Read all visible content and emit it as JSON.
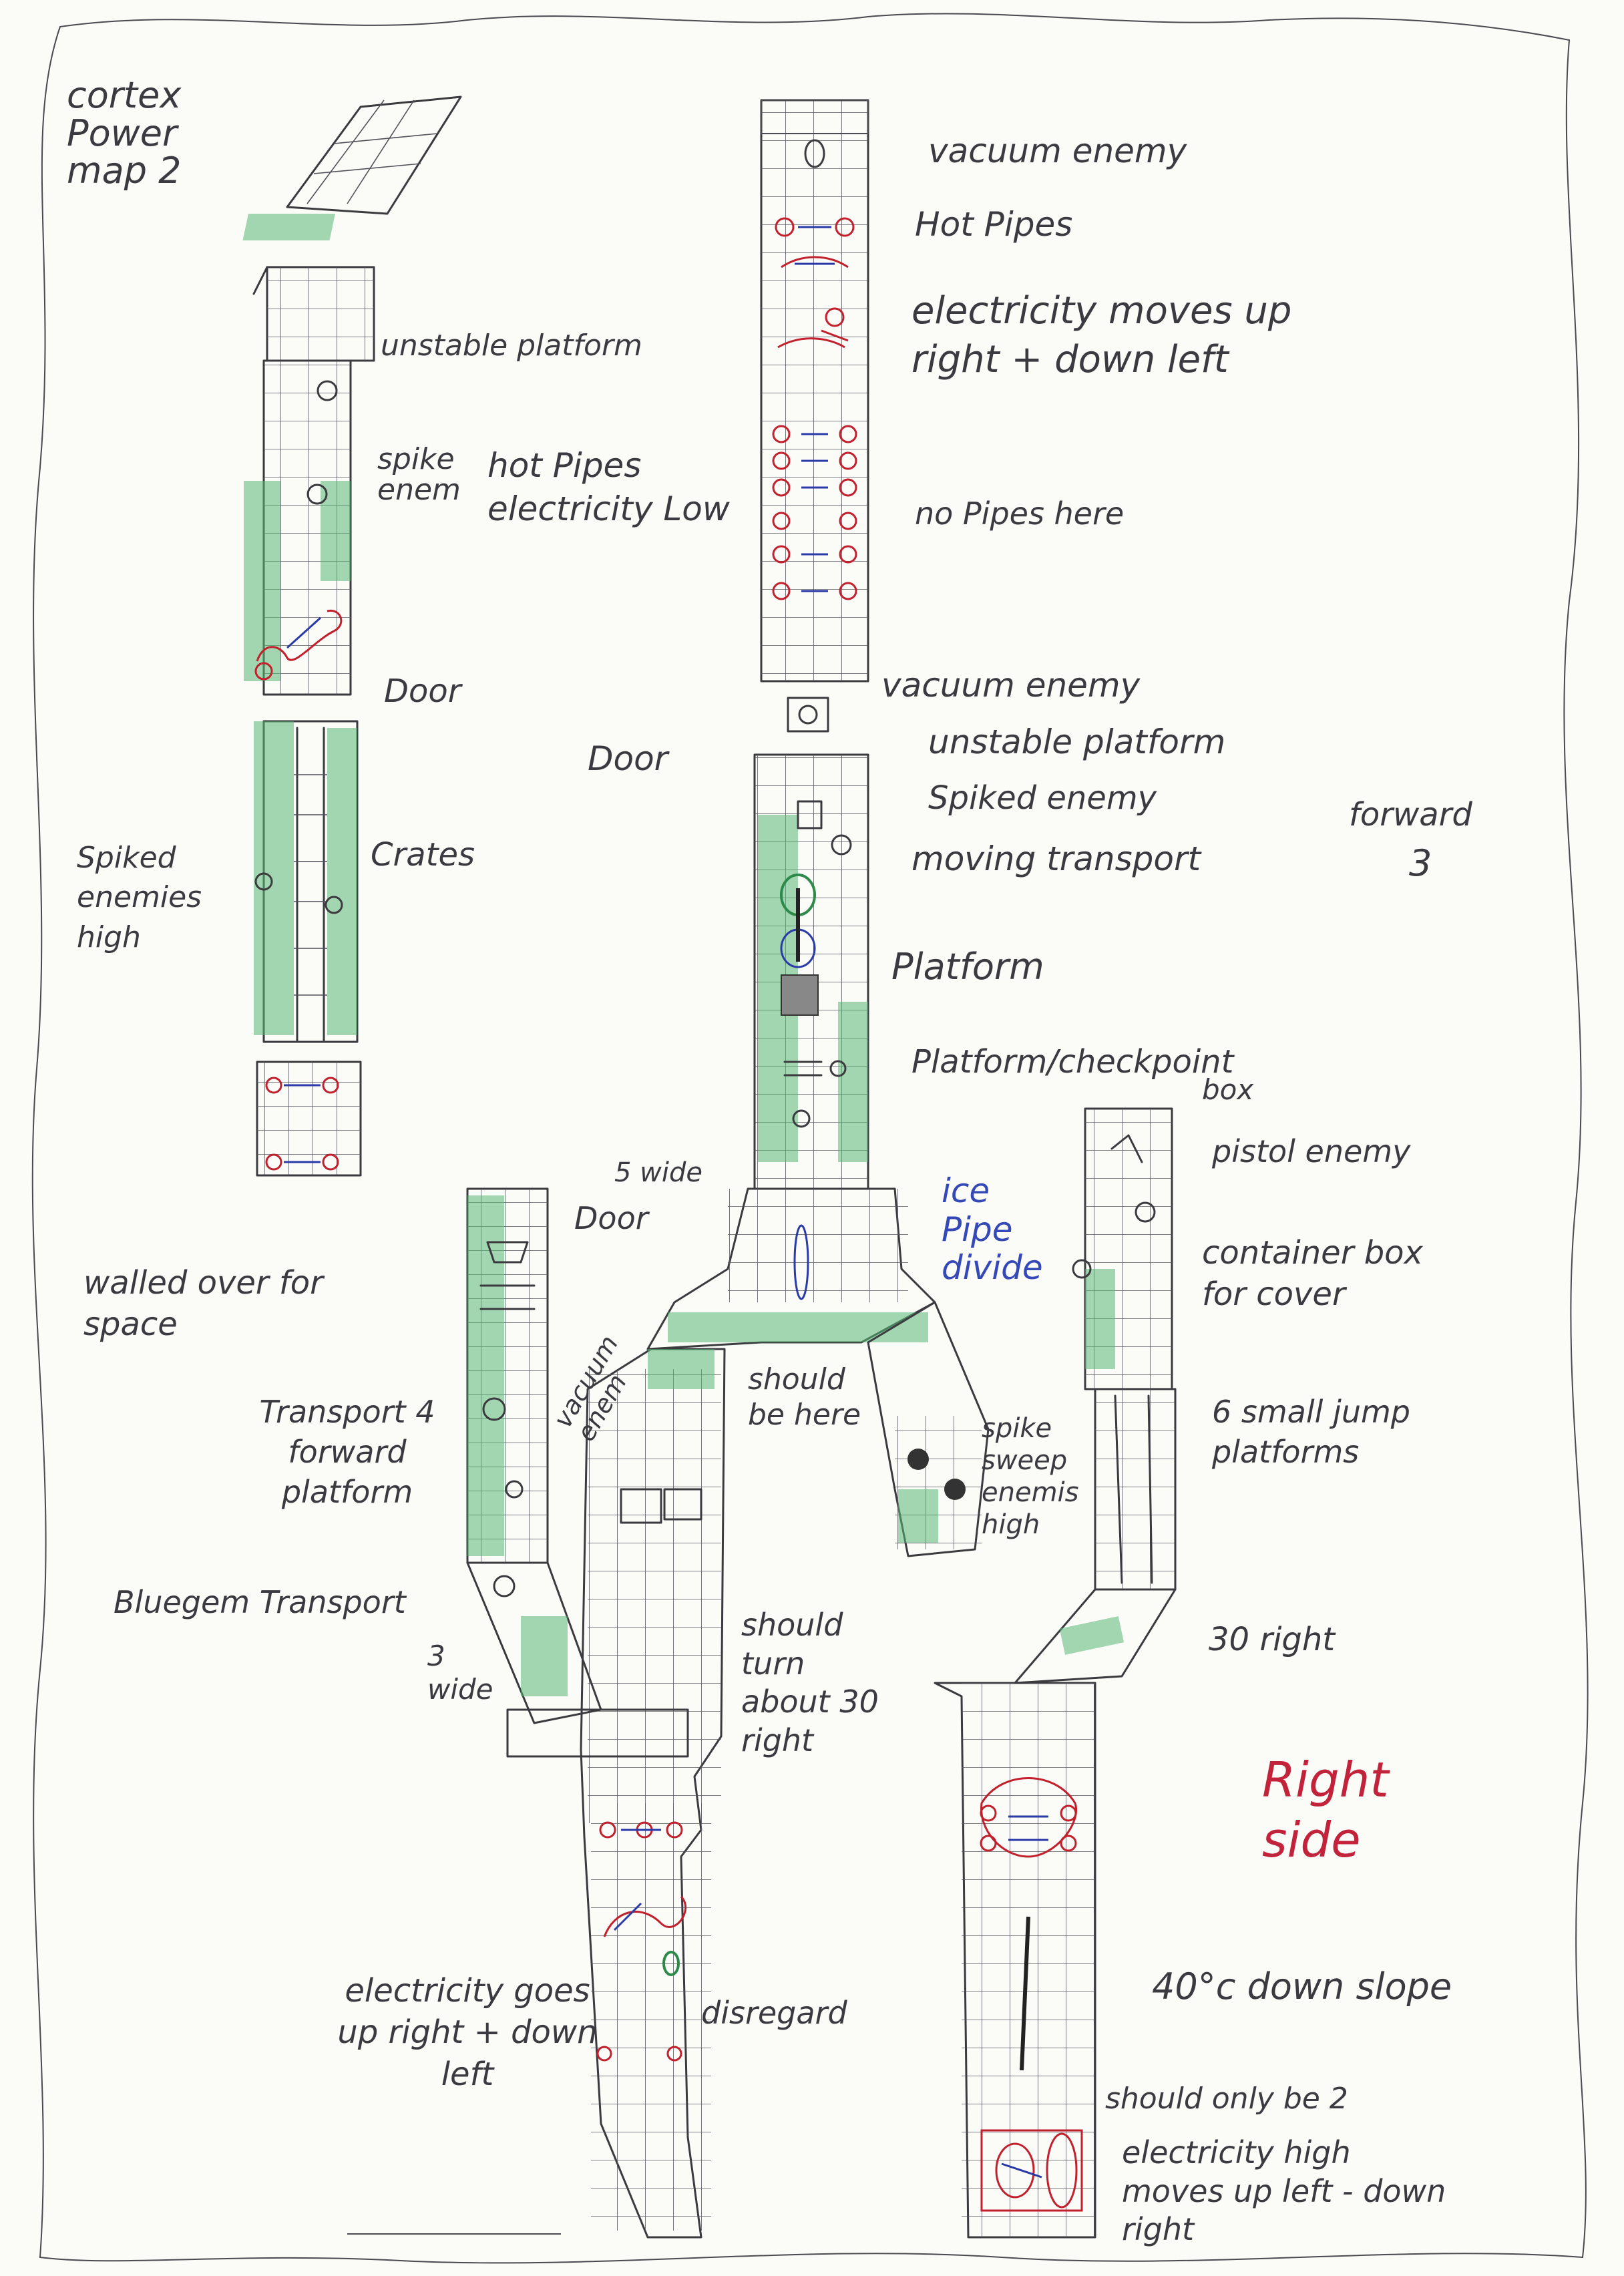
{
  "title": "cortex Power map 2",
  "labels": {
    "unstable_platform_left": "unstable platform",
    "spiked_enemy_left": "spike enem",
    "door_left": "Door",
    "crates": "Crates",
    "spiked_enemies_high": "Spiked enemies high",
    "hot_pipes_electricity_low": "hot Pipes electricity Low",
    "vacuum_enemy_top": "vacuum enemy",
    "hot_pipes_top": "Hot Pipes",
    "electricity_moves": "electricity moves up right + down left",
    "no_pipes_here": "no Pipes here",
    "vacuum_enemy_mid": "vacuum enemy",
    "door_center": "Door",
    "unstable_platform_center": "unstable platform",
    "spiked_enemy_center": "Spiked enemy",
    "moving_transport": "moving transport",
    "forward": "forward",
    "forward_3": "3",
    "platform": "Platform",
    "platform_checkpoint": "Platform/checkpoint",
    "box": "box",
    "five_wide": "5 wide",
    "door_right": "Door",
    "ice_pipe_divide": "ice Pipe divide",
    "pistol_enemy": "pistol enemy",
    "container_for_cover": "container box for cover",
    "small_jump_platforms": "6 small jump platforms",
    "walled_over_for_space": "walled over for space",
    "transport_forward_platform": "Transport 4 forward platform",
    "vacuum_enemy_right": "vacuum enem",
    "should_be_here": "should be here",
    "spike_sweep_enemies_high": "spike sweep enemis high",
    "blue_gem_transport": "Bluegem Transport",
    "three_wide": "3 wide",
    "should_turn_30_right": "should turn about 30 right",
    "thirty_right": "30 right",
    "right_side": "Right side",
    "electricity_goes": "electricity goes up right + down left",
    "disregard": "disregard",
    "forty_down_slope": "40°c down slope",
    "should_only_be_2": "should only be 2",
    "electricity_high": "electricity high moves up left - down right"
  },
  "colors": {
    "ink": "#3b3b3f",
    "green": "#58b874",
    "red": "#c2202c",
    "blue": "#2a3aa8",
    "red_label": "#c3233a"
  }
}
